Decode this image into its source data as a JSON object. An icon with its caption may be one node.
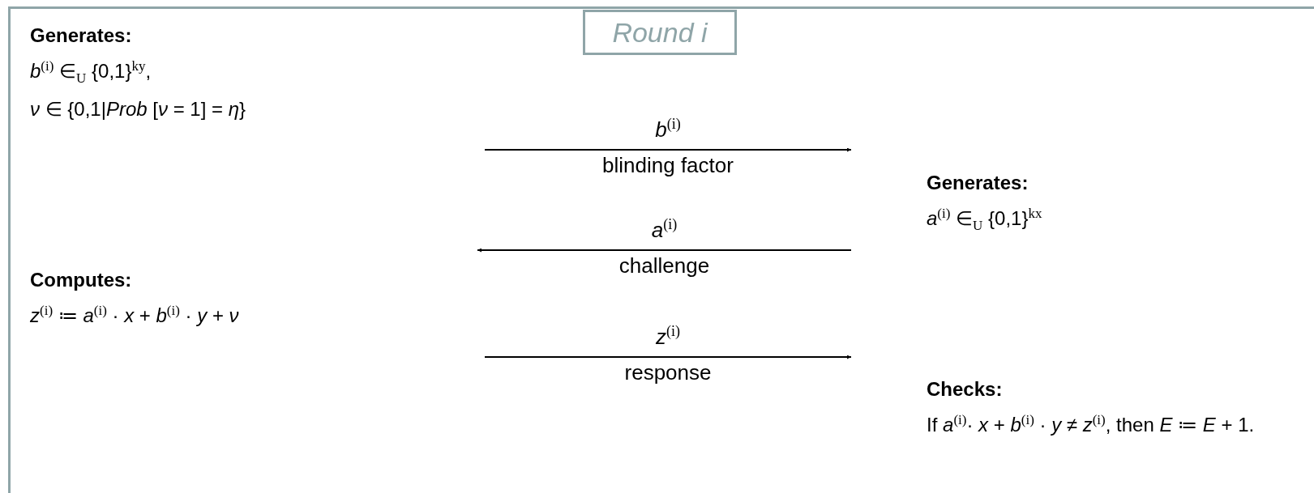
{
  "diagram": {
    "nodes": [
      {
        "text": [],
        "shape": "box"
      },
      {
        "text": [
          "Round *i*"
        ],
        "in": 0
      },
      {
        "text": [
          "Generates:",
          "*b*$^{(i)}$ ∈$_{U}$ {0,1}$^{ky}$,",
          "*ν* ∈ {0,1|*Prob* [*ν* = 1] = *η*}"
        ],
        "in": 0
      },
      {
        "text": [
          "Generates:",
          "*a*$^{(i)}$ ∈$_{U}$ {0,1}$^{kx}$"
        ],
        "in": 0
      },
      {
        "text": [
          "**Computes**:",
          "*z*$^{(i)}$ ≔ *a*$^{(i)}$ · *x* + *b*$^{(i)}$ · *y* + *ν*"
        ],
        "in": 0
      },
      {
        "text": [
          "Checks:",
          "If *a*$^{(i)}$· *x* + *b*$^{(i)}$ · *y* ≠ *z*$^{(i)}$, then *E* ≔ *E* + 1."
        ],
        "in": 0
      }
    ],
    "edges": [
      {
        "from": null,
        "to": 3,
        "arrow": "to",
        "label": "blinding factor"
      },
      {
        "from": 3,
        "to": null,
        "arrow": "to",
        "label": "challenge"
      },
      {
        "from": null,
        "to": 5,
        "arrow": "to",
        "label": "response"
      }
    ],
    "labels": [
      "*b*$^{(i)}$",
      "*a*$^{(i)}$",
      "*z*$^{(i)}$"
    ]
  }
}
